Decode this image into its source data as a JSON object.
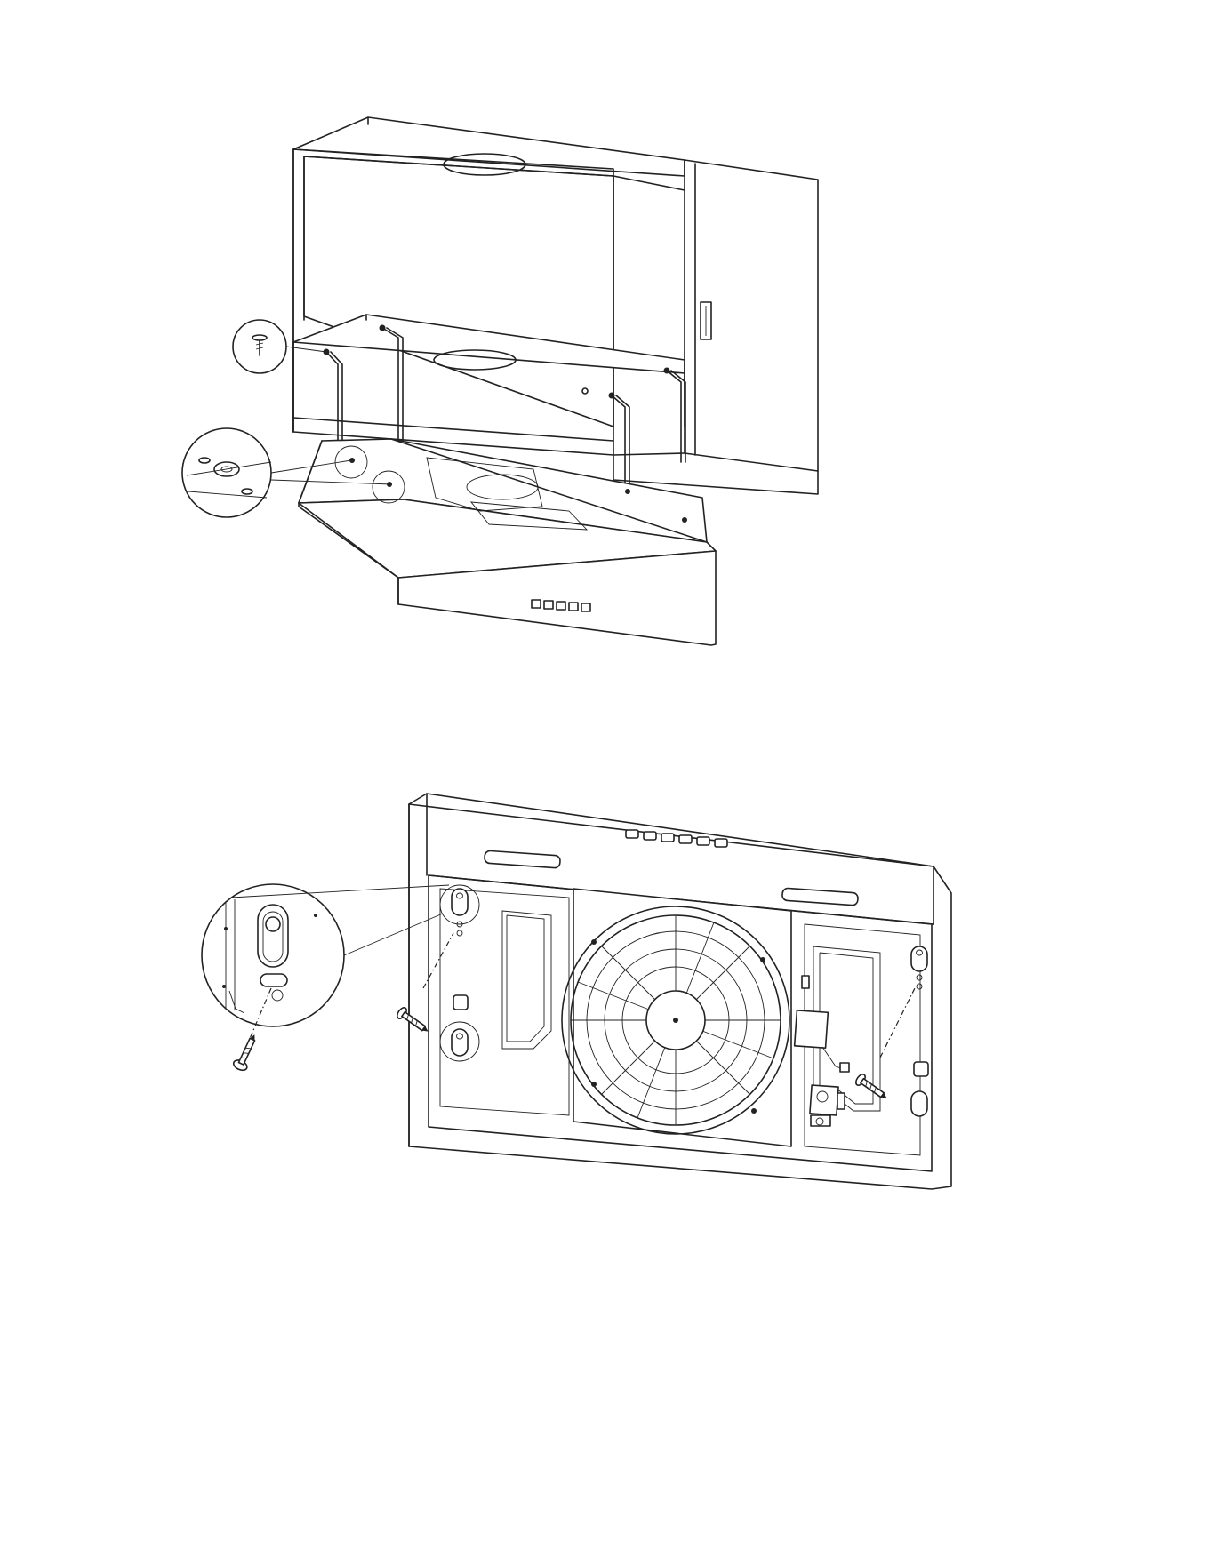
{
  "figures": [
    {
      "id": "figure-cabinet-mounting",
      "description_visible": ""
    },
    {
      "id": "figure-hood-underside-screws",
      "description_visible": ""
    }
  ],
  "colors": {
    "ink": "#222222",
    "paper": "#ffffff"
  },
  "icons": [
    "screw-icon",
    "fan-icon",
    "keyhole-slot-icon",
    "control-button-icon"
  ],
  "control_buttons_count_top": 5,
  "control_buttons_count_bottom": 6
}
